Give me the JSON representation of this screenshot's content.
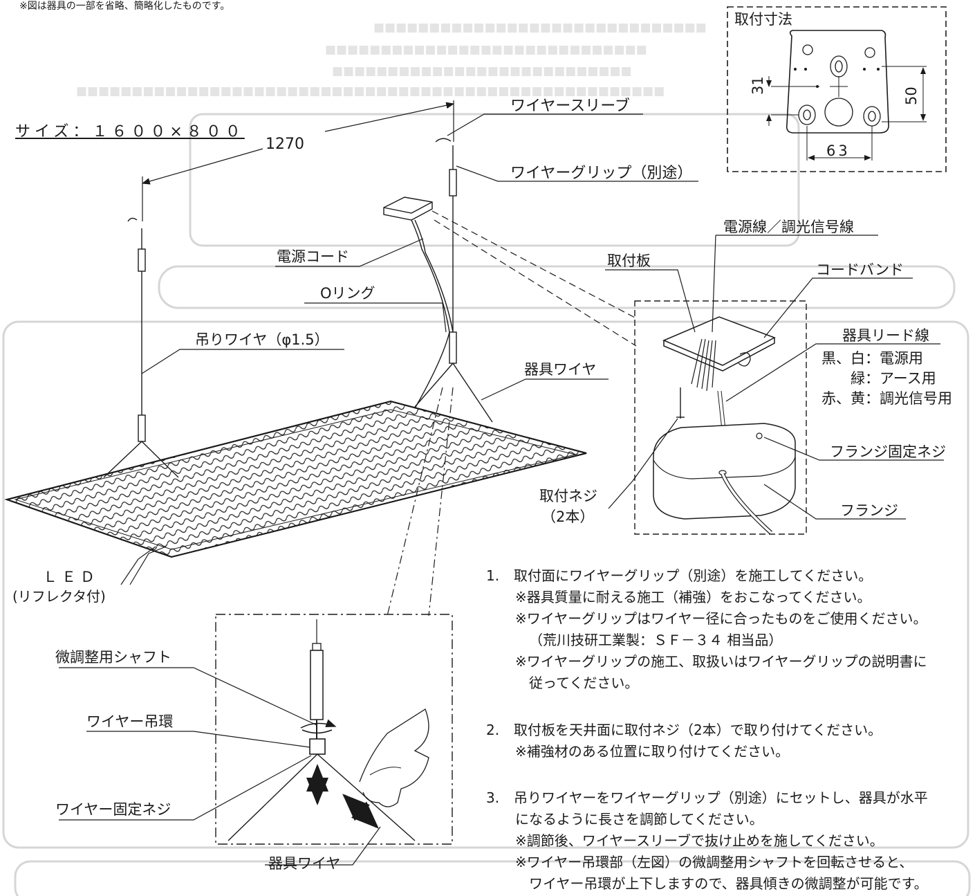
{
  "header_note": "※図は器具の一部を省略、簡略化したものです。",
  "size_label": "サイズ：１６００×８００",
  "dimension_1270": "1270",
  "mount_dims": {
    "title": "取付寸法",
    "dim_31": "31",
    "dim_50": "50",
    "dim_63": "63"
  },
  "labels": {
    "wire_sleeve": "ワイヤースリーブ",
    "wire_grip": "ワイヤーグリップ（別途）",
    "power_cord": "電源コード",
    "o_ring": "Oリング",
    "hanging_wire": "吊りワイヤ（φ1.5）",
    "fixture_wire": "器具ワイヤ",
    "led": "ＬＥＤ",
    "led_sub": "(リフレクタ付)",
    "power_signal_line": "電源線／調光信号線",
    "mount_plate": "取付板",
    "cord_band": "コードバンド",
    "lead_wire": "器具リード線",
    "lead_black_white": "黒、白：電源用",
    "lead_green": "緑：アース用",
    "lead_red_yellow": "赤、黄：調光信号用",
    "flange_screw": "フランジ固定ネジ",
    "mount_screw": "取付ネジ",
    "mount_screw_count": "（2本）",
    "flange": "フランジ",
    "fine_shaft": "微調整用シャフト",
    "wire_ring": "ワイヤー吊環",
    "wire_screw": "ワイヤー固定ネジ",
    "fixture_wire_bottom": "器具ワイヤ"
  },
  "steps": [
    {
      "num": "1.",
      "lines": [
        "取付面にワイヤーグリップ（別途）を施工してください。",
        "※器具質量に耐える施工（補強）をおこなってください。",
        "※ワイヤーグリップはワイヤー径に合ったものをご使用ください。",
        "（荒川技研工業製：ＳＦ－３４ 相当品）",
        "※ワイヤーグリップの施工、取扱いはワイヤーグリップの説明書に",
        "従ってください。"
      ]
    },
    {
      "num": "2.",
      "lines": [
        "取付板を天井面に取付ネジ（2本）で取り付けてください。",
        "※補強材のある位置に取り付けてください。"
      ]
    },
    {
      "num": "3.",
      "lines": [
        "吊りワイヤーをワイヤーグリップ（別途）にセットし、器具が水平",
        "になるように長さを調節してください。",
        "※調節後、ワイヤースリーブで抜け止めを施してください。",
        "※ワイヤー吊環部（左図）の微調整用シャフトを回転させると、",
        "ワイヤー吊環が上下しますので、器具傾きの微調整が可能です。"
      ]
    }
  ],
  "colors": {
    "ink": "#1a1a1a",
    "background": "#ffffff",
    "bleed": "#d9d9d9"
  }
}
